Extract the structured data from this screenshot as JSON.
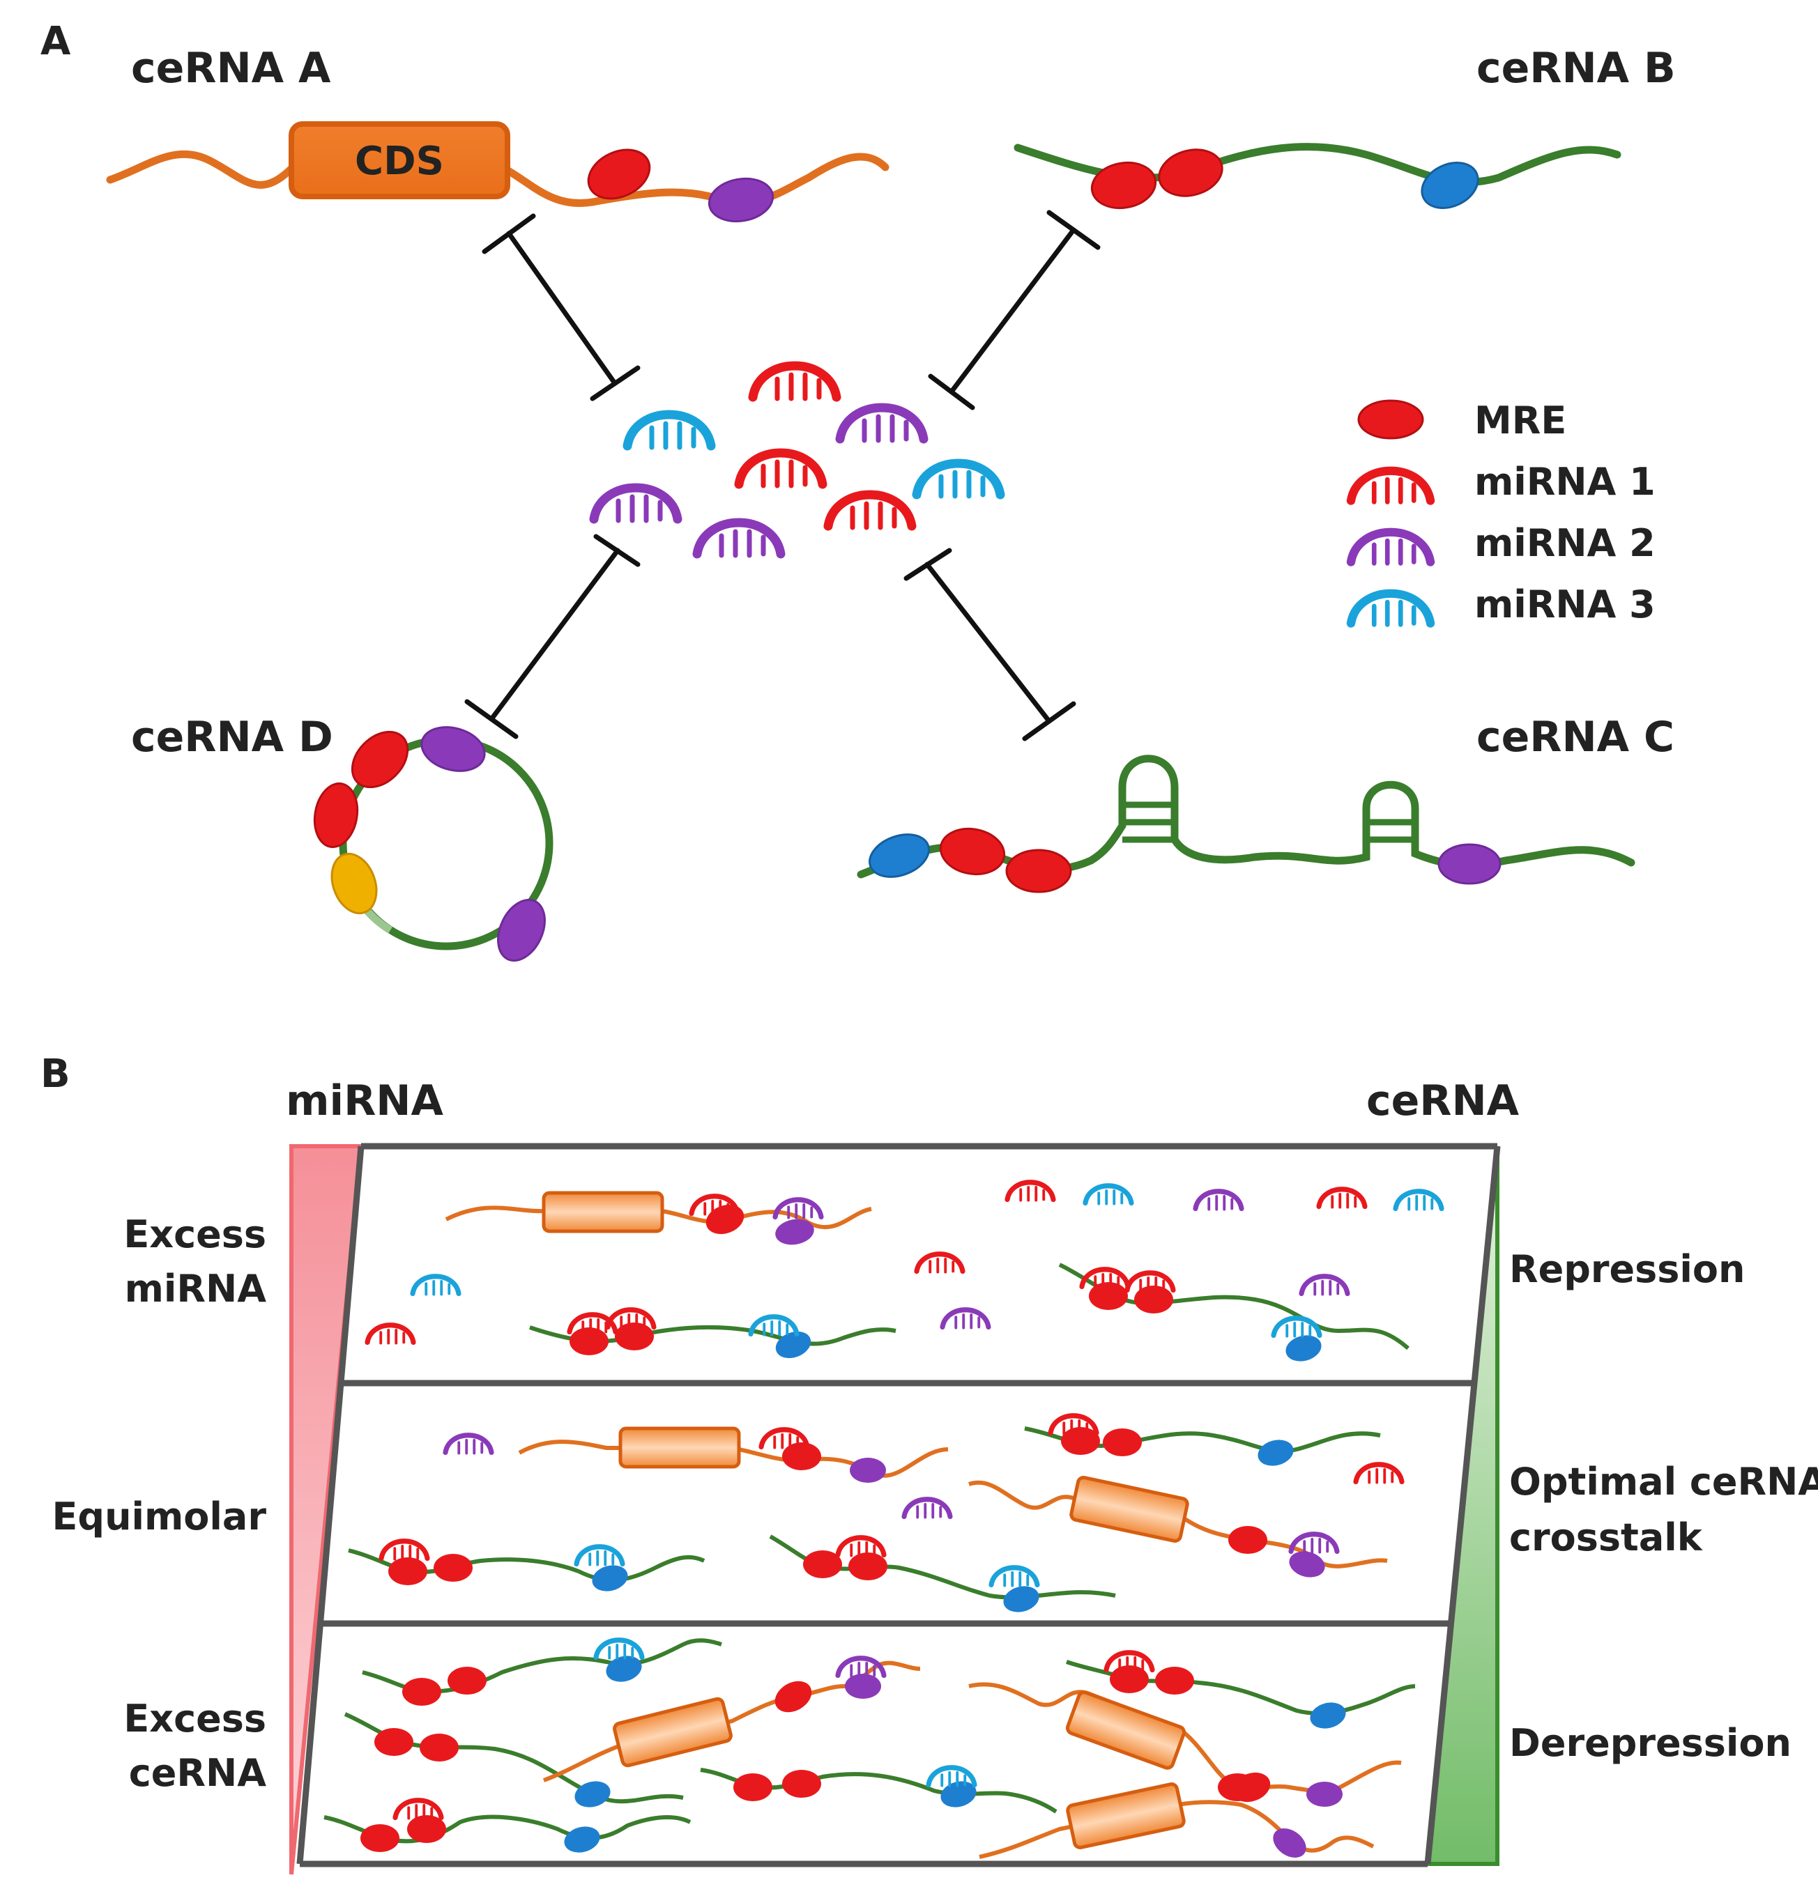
{
  "panel_a": {
    "label": "A",
    "cerna_a": "ceRNA A",
    "cerna_b": "ceRNA B",
    "cerna_c": "ceRNA C",
    "cerna_d": "ceRNA D",
    "cds": "CDS",
    "legend": {
      "mre": "MRE",
      "mirna1": "miRNA 1",
      "mirna2": "miRNA 2",
      "mirna3": "miRNA 3"
    }
  },
  "panel_b": {
    "label": "B",
    "left_title": "miRNA",
    "right_title": "ceRNA",
    "rows": [
      {
        "left": [
          "Excess",
          "miRNA"
        ],
        "right": [
          "Repression"
        ]
      },
      {
        "left": [
          "Equimolar"
        ],
        "right": [
          "Optimal ceRNA",
          "crosstalk"
        ]
      },
      {
        "left": [
          "Excess",
          "ceRNA"
        ],
        "right": [
          "Derepression"
        ]
      }
    ]
  },
  "colors": {
    "orange_rna": "#E07020",
    "green_rna": "#3A7D2C",
    "mre_red": "#E8191C",
    "mirna_purple": "#8A3AB8",
    "mirna_cyan": "#1AA3DA",
    "mre_blue": "#1E7FD0",
    "mre_yellow": "#F0B000",
    "gradient_red": "#F5A0A8",
    "gradient_green": "#7CC070"
  }
}
